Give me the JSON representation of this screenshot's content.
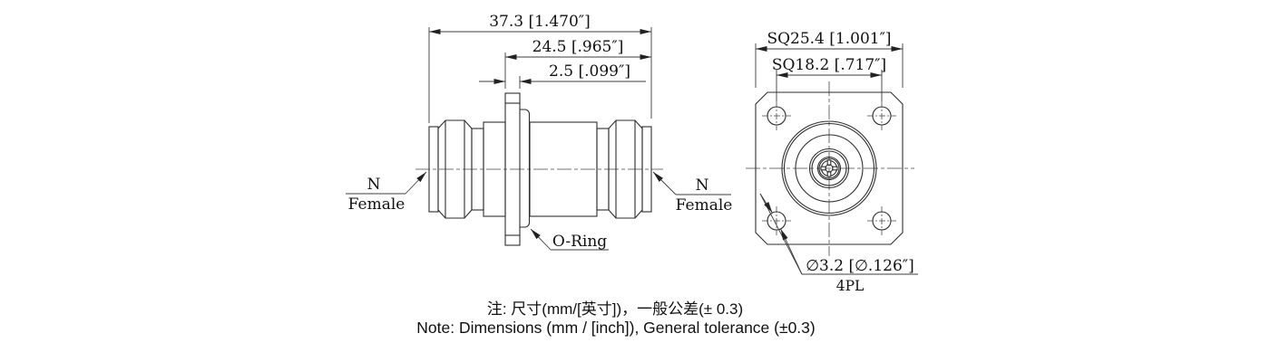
{
  "page": {
    "background": "#ffffff",
    "line_color": "#2e2e2e",
    "text_color": "#111111"
  },
  "side_view": {
    "dims": {
      "overall_length": "37.3 [1.470″]",
      "flange_to_face": "24.5 [.965″]",
      "flange_thickness": "2.5 [.099″]"
    },
    "labels": {
      "left_port_line1": "N",
      "left_port_line2": "Female",
      "right_port_line1": "N",
      "right_port_line2": "Female",
      "oring": "O-Ring"
    }
  },
  "front_view": {
    "dims": {
      "flange_square": "SQ25.4 [1.001″]",
      "hole_spacing": "SQ18.2 [.717″]",
      "hole_diameter": "∅3.2 [∅.126″]",
      "hole_count": "4PL"
    }
  },
  "notes": {
    "cn": "注: 尺寸(mm/[英寸])，一般公差(± 0.3)",
    "en": "Note: Dimensions (mm / [inch]), General tolerance (±0.3)"
  }
}
